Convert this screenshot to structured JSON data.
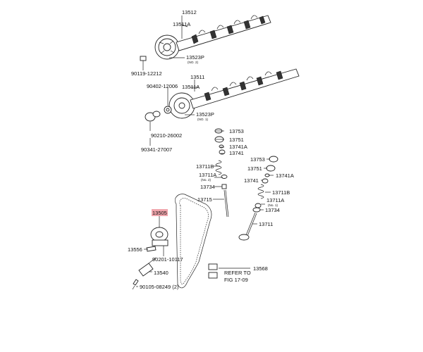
{
  "labels": {
    "p13512": "13512",
    "p13511A_top": "13511A",
    "p13523P_top": "13523P",
    "p13523P_top_sub": "(NO. 2)",
    "p90119": "90119-12212",
    "p13511": "13511",
    "p90402": "90402-12006",
    "p13511A_mid": "13511A",
    "p13523P_mid": "13523P",
    "p13523P_mid_sub": "(NO. 1)",
    "p90210": "90210-26002",
    "p90341": "90341-27007",
    "p13753_l": "13753",
    "p13751_l": "13751",
    "p13741A_l": "13741A",
    "p13741_l": "13741",
    "p13711B_l": "13711B",
    "p13711A_l": "13711A",
    "p13711A_l_sub": "(No. 2)",
    "p13734_l": "13734",
    "p13715": "13715",
    "p13753_r": "13753",
    "p13751_r": "13751",
    "p13741A_r": "13741A",
    "p13741_r": "13741",
    "p13711B_r": "13711B",
    "p13711A_r": "13711A",
    "p13711A_r_sub": "(No. 1)",
    "p13734_r": "13734",
    "p13711": "13711",
    "p13505": "13505",
    "p13556": "13556",
    "p90201": "90201-10117",
    "p13540": "13540",
    "p90105": "90105-08249 (2)",
    "p13568": "13568",
    "refer1": "REFER TO",
    "refer2": "FIG 17-09"
  },
  "colors": {
    "highlight": "#f1a6ad",
    "line": "#222222"
  }
}
